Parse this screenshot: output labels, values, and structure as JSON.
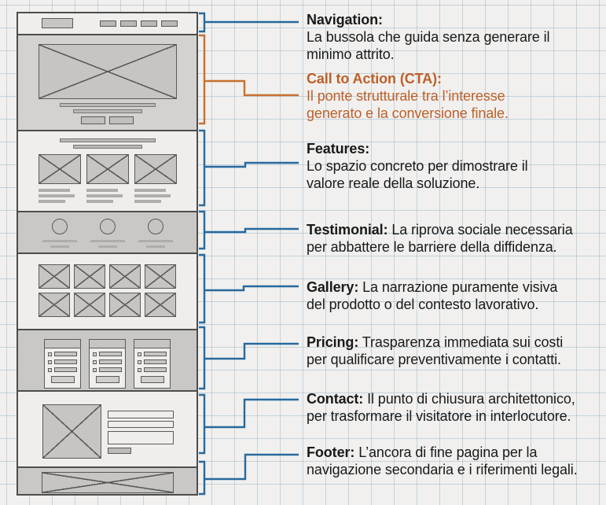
{
  "colors": {
    "blue": "#26699f",
    "orange_line": "#c8702e",
    "orange_text": "#bd5f28",
    "paper": "#f1f0ee"
  },
  "wireframe": {
    "nav": {
      "link_count": 4
    },
    "features": {
      "column_count": 3
    },
    "testimonial": {
      "item_count": 3
    },
    "gallery": {
      "item_count": 8
    },
    "pricing": {
      "card_count": 3,
      "row_count": 3
    }
  },
  "annotations": [
    {
      "title": "Navigation:",
      "line1": "La bussola che guida senza generare il",
      "line2": "minimo attrito."
    },
    {
      "title": "Call to Action (CTA):",
      "line1": "Il ponte strutturale tra l’interesse",
      "line2": "generato e la conversione finale."
    },
    {
      "title": "Features:",
      "line1": "Lo spazio concreto per dimostrare il",
      "line2": "valore reale della soluzione."
    },
    {
      "title": "Testimonial:",
      "line1": "La riprova sociale necessaria",
      "line2": "per abbattere le barriere della diffidenza."
    },
    {
      "title": "Gallery:",
      "line1": "La narrazione puramente visiva",
      "line2": "del prodotto o del contesto lavorativo."
    },
    {
      "title": "Pricing:",
      "line1": "Trasparenza immediata sui costi",
      "line2": "per qualificare preventivamente i contatti."
    },
    {
      "title": "Contact:",
      "line1": "Il punto di chiusura architettonico,",
      "line2": "per trasformare il visitatore in interlocutore."
    },
    {
      "title": "Footer:",
      "line1": "L’ancora di fine pagina per la",
      "line2": "navigazione secondaria e i riferimenti legali."
    }
  ]
}
